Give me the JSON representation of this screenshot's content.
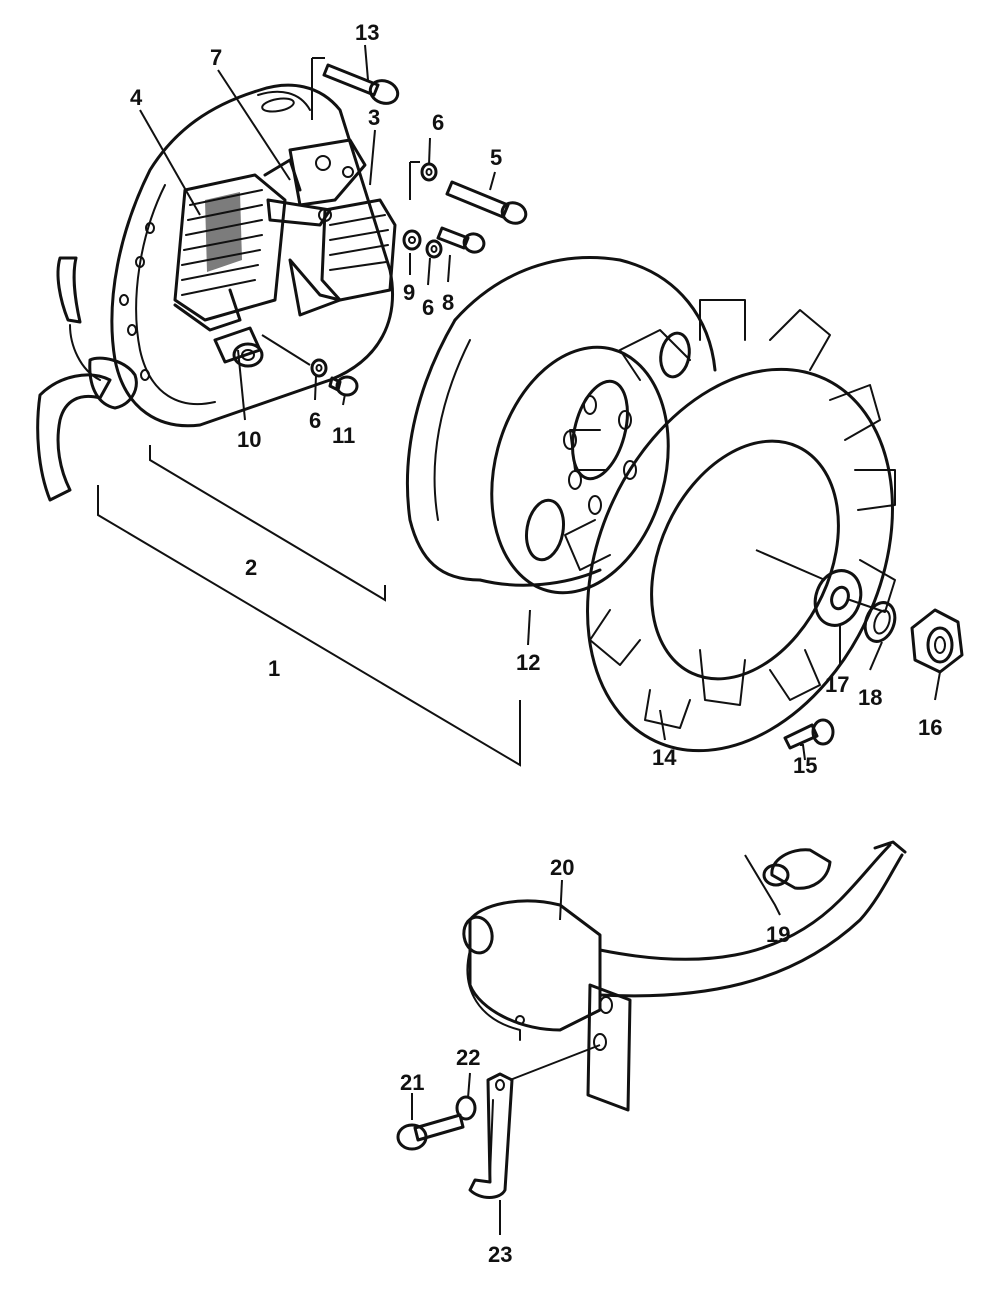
{
  "callouts": {
    "c1": "1",
    "c2": "2",
    "c3": "3",
    "c4": "4",
    "c5": "5",
    "c6a": "6",
    "c6b": "6",
    "c6c": "6",
    "c7": "7",
    "c8": "8",
    "c9": "9",
    "c10": "10",
    "c11": "11",
    "c12": "12",
    "c13": "13",
    "c14": "14",
    "c15": "15",
    "c16": "16",
    "c17": "17",
    "c18": "18",
    "c19": "19",
    "c20": "20",
    "c21": "21",
    "c22": "22",
    "c23": "23"
  }
}
